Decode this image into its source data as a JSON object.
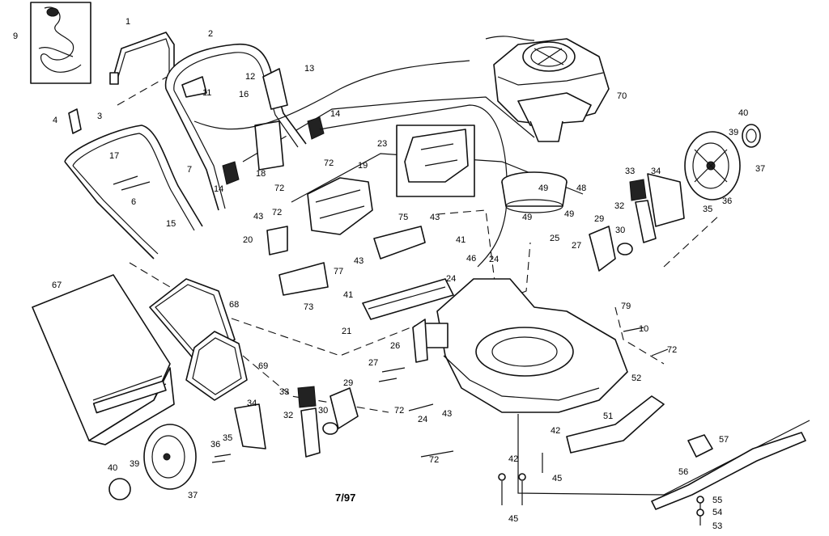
{
  "date_code": "7/97",
  "callouts": [
    {
      "id": "c9",
      "text": "9"
    },
    {
      "id": "c1",
      "text": "1"
    },
    {
      "id": "c2",
      "text": "2"
    },
    {
      "id": "c13",
      "text": "13"
    },
    {
      "id": "c12",
      "text": "12"
    },
    {
      "id": "c16",
      "text": "16"
    },
    {
      "id": "c11",
      "text": "11"
    },
    {
      "id": "c14a",
      "text": "14"
    },
    {
      "id": "c4",
      "text": "4"
    },
    {
      "id": "c3",
      "text": "3"
    },
    {
      "id": "c17",
      "text": "17"
    },
    {
      "id": "c7",
      "text": "7"
    },
    {
      "id": "c18",
      "text": "18"
    },
    {
      "id": "c14b",
      "text": "14"
    },
    {
      "id": "c6",
      "text": "6"
    },
    {
      "id": "c15",
      "text": "15"
    },
    {
      "id": "c70",
      "text": "70"
    },
    {
      "id": "c23",
      "text": "23"
    },
    {
      "id": "c72a",
      "text": "72"
    },
    {
      "id": "c19",
      "text": "19"
    },
    {
      "id": "c72b",
      "text": "72"
    },
    {
      "id": "c43a",
      "text": "43"
    },
    {
      "id": "c72c",
      "text": "72"
    },
    {
      "id": "c20",
      "text": "20"
    },
    {
      "id": "c75",
      "text": "75"
    },
    {
      "id": "c43b",
      "text": "43"
    },
    {
      "id": "c41a",
      "text": "41"
    },
    {
      "id": "c43c",
      "text": "43"
    },
    {
      "id": "c49a",
      "text": "49"
    },
    {
      "id": "c48",
      "text": "48"
    },
    {
      "id": "c49b",
      "text": "49"
    },
    {
      "id": "c49c",
      "text": "49"
    },
    {
      "id": "c40a",
      "text": "40"
    },
    {
      "id": "c39a",
      "text": "39"
    },
    {
      "id": "c37a",
      "text": "37"
    },
    {
      "id": "c33a",
      "text": "33"
    },
    {
      "id": "c34a",
      "text": "34"
    },
    {
      "id": "c32a",
      "text": "32"
    },
    {
      "id": "c36a",
      "text": "36"
    },
    {
      "id": "c35a",
      "text": "35"
    },
    {
      "id": "c29a",
      "text": "29"
    },
    {
      "id": "c30a",
      "text": "30"
    },
    {
      "id": "c25",
      "text": "25"
    },
    {
      "id": "c27a",
      "text": "27"
    },
    {
      "id": "c67",
      "text": "67"
    },
    {
      "id": "c68",
      "text": "68"
    },
    {
      "id": "c77",
      "text": "77"
    },
    {
      "id": "c73",
      "text": "73"
    },
    {
      "id": "c46",
      "text": "46"
    },
    {
      "id": "c24a",
      "text": "24"
    },
    {
      "id": "c24b",
      "text": "24"
    },
    {
      "id": "c41b",
      "text": "41"
    },
    {
      "id": "c21",
      "text": "21"
    },
    {
      "id": "c79",
      "text": "79"
    },
    {
      "id": "c10",
      "text": "10"
    },
    {
      "id": "c26",
      "text": "26"
    },
    {
      "id": "c72d",
      "text": "72"
    },
    {
      "id": "c27b",
      "text": "27"
    },
    {
      "id": "c69",
      "text": "69"
    },
    {
      "id": "c52",
      "text": "52"
    },
    {
      "id": "c33b",
      "text": "33"
    },
    {
      "id": "c29b",
      "text": "29"
    },
    {
      "id": "c32b",
      "text": "32"
    },
    {
      "id": "c30b",
      "text": "30"
    },
    {
      "id": "c34b",
      "text": "34"
    },
    {
      "id": "c72e",
      "text": "72"
    },
    {
      "id": "c24c",
      "text": "24"
    },
    {
      "id": "c43d",
      "text": "43"
    },
    {
      "id": "c51",
      "text": "51"
    },
    {
      "id": "c42a",
      "text": "42"
    },
    {
      "id": "c42b",
      "text": "42"
    },
    {
      "id": "c36b",
      "text": "36"
    },
    {
      "id": "c35b",
      "text": "35"
    },
    {
      "id": "c57",
      "text": "57"
    },
    {
      "id": "c72f",
      "text": "72"
    },
    {
      "id": "c45a",
      "text": "45"
    },
    {
      "id": "c40b",
      "text": "40"
    },
    {
      "id": "c39b",
      "text": "39"
    },
    {
      "id": "c56",
      "text": "56"
    },
    {
      "id": "c37b",
      "text": "37"
    },
    {
      "id": "c45b",
      "text": "45"
    },
    {
      "id": "c55",
      "text": "55"
    },
    {
      "id": "c54",
      "text": "54"
    },
    {
      "id": "c53",
      "text": "53"
    }
  ]
}
